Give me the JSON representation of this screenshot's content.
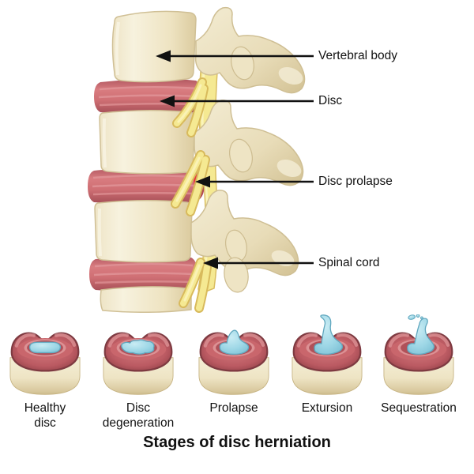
{
  "title": "Stages of disc herniation",
  "spine_labels": {
    "vertebral_body": "Vertebral body",
    "disc": "Disc",
    "disc_prolapse": "Disc prolapse",
    "spinal_cord": "Spinal cord"
  },
  "stages": [
    {
      "label": "Healthy disc"
    },
    {
      "label": "Disc degeneration"
    },
    {
      "label": "Prolapse"
    },
    {
      "label": "Extursion"
    },
    {
      "label": "Sequestration"
    }
  ],
  "colors": {
    "background": "#ffffff",
    "bone_light": "#f6f1dc",
    "bone_mid": "#ece1bf",
    "bone_shade": "#d8c89c",
    "disc_red_light": "#dd8084",
    "disc_red_mid": "#c9646a",
    "disc_red_dark": "#8e3e45",
    "prolapse_bright_red": "#ea3340",
    "nerve_yellow": "#f5e992",
    "nerve_yellow_shade": "#d8ba5c",
    "nucleus_blue": "#8fcfe0",
    "nucleus_blue_light": "#bfe7f0",
    "arrow_black": "#111111",
    "text": "#111111"
  }
}
